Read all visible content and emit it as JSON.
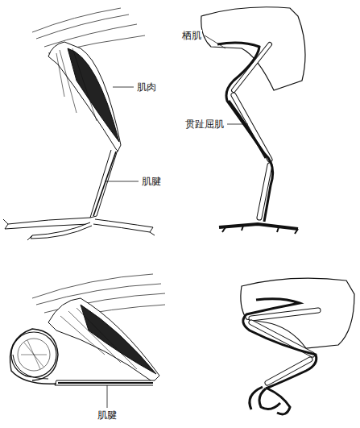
{
  "diagram": {
    "labels": [
      "肌肉",
      "肌腱",
      "栖肌",
      "贯趾屈肌",
      "肌腱"
    ]
  }
}
